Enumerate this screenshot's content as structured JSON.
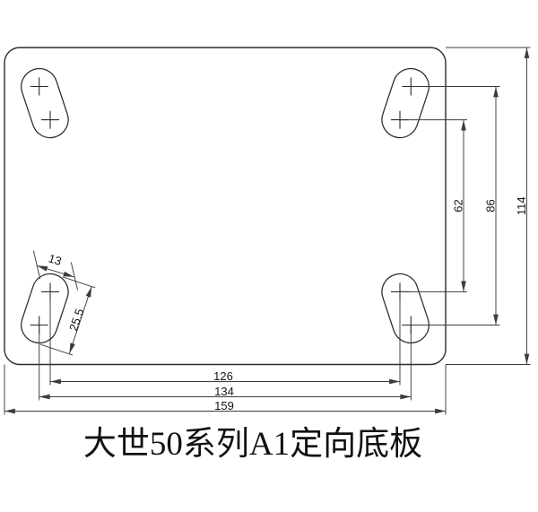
{
  "drawing": {
    "caption": "大世50系列A1定向底板",
    "dims": {
      "slot_width": "13",
      "slot_length": "25.5",
      "inner_span_vertical": "62",
      "outer_span_vertical": "86",
      "plate_height": "114",
      "inner_span_horizontal": "126",
      "outer_span_horizontal": "134",
      "plate_width": "159"
    },
    "colors": {
      "background": "#ffffff",
      "outline": "#2b2b2b",
      "dimension": "#3c3c3c",
      "text": "#141414"
    }
  }
}
